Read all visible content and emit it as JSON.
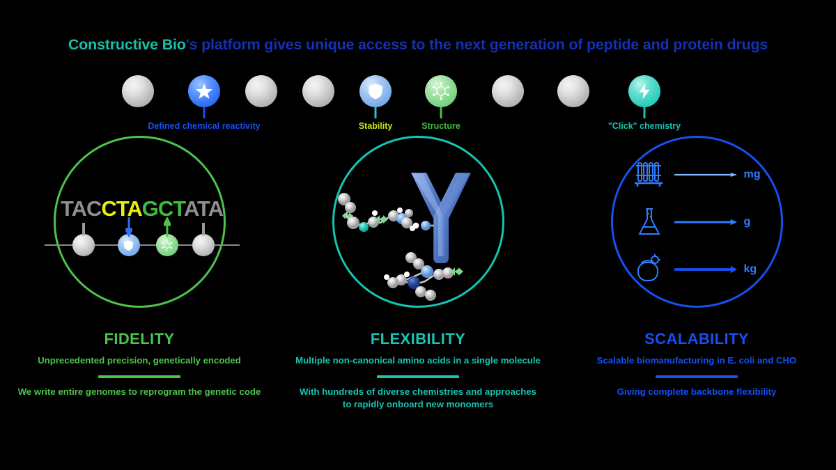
{
  "headline": {
    "brand": "Constructive Bio",
    "rest": "'s platform gives unique access to the next generation of peptide and protein drugs"
  },
  "colors": {
    "fidelity_green": "#4cc44c",
    "flexibility_teal": "#15c5b2",
    "scalability_blue": "#1650f0",
    "headline_blue": "#1430b4",
    "brand_teal": "#17bfa6",
    "dna_yellow": "#e8f009",
    "dna_gray": "#8f8f8f"
  },
  "icon_strip": {
    "nodes": [
      {
        "icon": "sphere-gray-icon",
        "style": "gray",
        "glyph": "none",
        "label": ""
      },
      {
        "icon": "sphere-star-icon",
        "style": "blue",
        "glyph": "star",
        "label": "Defined chemical reactivity",
        "label_color": "#1a4ef0"
      },
      {
        "icon": "sphere-gray-icon",
        "style": "gray",
        "glyph": "none",
        "label": ""
      },
      {
        "icon": "sphere-gray-icon",
        "style": "gray",
        "glyph": "none",
        "label": ""
      },
      {
        "icon": "sphere-shield-icon",
        "style": "lightblue",
        "glyph": "shield",
        "label": "Stability",
        "label_color": "#c8e61b"
      },
      {
        "icon": "sphere-molecule-icon",
        "style": "green",
        "glyph": "molecule",
        "label": "Structure",
        "label_color": "#3cbf3c"
      },
      {
        "icon": "sphere-gray-icon",
        "style": "gray",
        "glyph": "none",
        "label": ""
      },
      {
        "icon": "sphere-gray-icon",
        "style": "gray",
        "glyph": "none",
        "label": ""
      },
      {
        "icon": "sphere-bolt-icon",
        "style": "teal",
        "glyph": "bolt",
        "label": "\"Click\" chemistry",
        "label_color": "#15c5b2"
      }
    ]
  },
  "columns": [
    {
      "id": "fidelity",
      "heading": "FIDELITY",
      "subtitle": "Unprecedented precision, genetically encoded",
      "detail": "We write entire genomes to reprogram the genetic code",
      "accent": "#4cc44c"
    },
    {
      "id": "flexibility",
      "heading": "FLEXIBILITY",
      "subtitle": "Multiple non-canonical amino acids in a single molecule",
      "detail": "With hundreds of diverse chemistries and approaches to rapidly onboard new monomers",
      "accent": "#15c5b2"
    },
    {
      "id": "scalability",
      "heading": "SCALABILITY",
      "subtitle": "Scalable biomanufacturing in E. coli and CHO",
      "detail": "Giving complete backbone flexibility",
      "accent": "#1650f0"
    }
  ],
  "dna": {
    "segments": [
      {
        "text": "TAC",
        "color": "gray"
      },
      {
        "text": "CTA",
        "color": "yellow"
      },
      {
        "text": "GCT",
        "color": "green"
      },
      {
        "text": "ATA",
        "color": "gray"
      }
    ],
    "residues": [
      {
        "style": "gray",
        "glyph": "none"
      },
      {
        "style": "blue",
        "glyph": "shield"
      },
      {
        "style": "green",
        "glyph": "molecule"
      },
      {
        "style": "gray",
        "glyph": "none"
      }
    ]
  },
  "scalability_rows": [
    {
      "icon": "test-tube-rack-icon",
      "unit": "mg"
    },
    {
      "icon": "flask-icon",
      "unit": "g"
    },
    {
      "icon": "bioreactor-icon",
      "unit": "kg"
    }
  ]
}
